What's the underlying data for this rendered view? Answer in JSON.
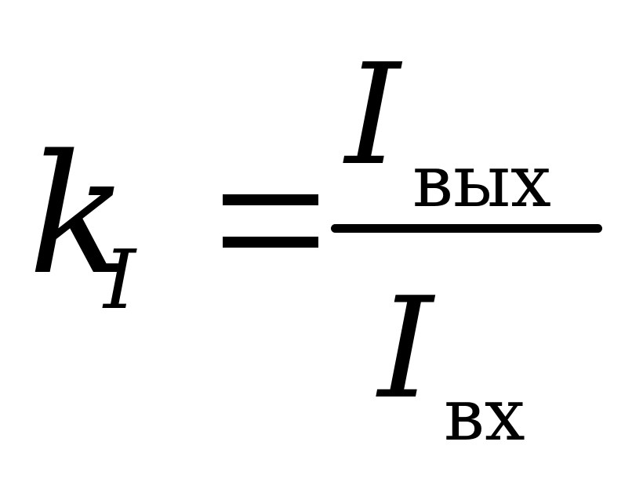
{
  "formula": {
    "lhs_symbol": "k",
    "lhs_subscript": "I",
    "operator": "=",
    "numerator_symbol": "I",
    "numerator_subscript": "вых",
    "denominator_symbol": "I",
    "denominator_subscript": "вх"
  },
  "colors": {
    "foreground": "#000000",
    "background": "#ffffff"
  }
}
